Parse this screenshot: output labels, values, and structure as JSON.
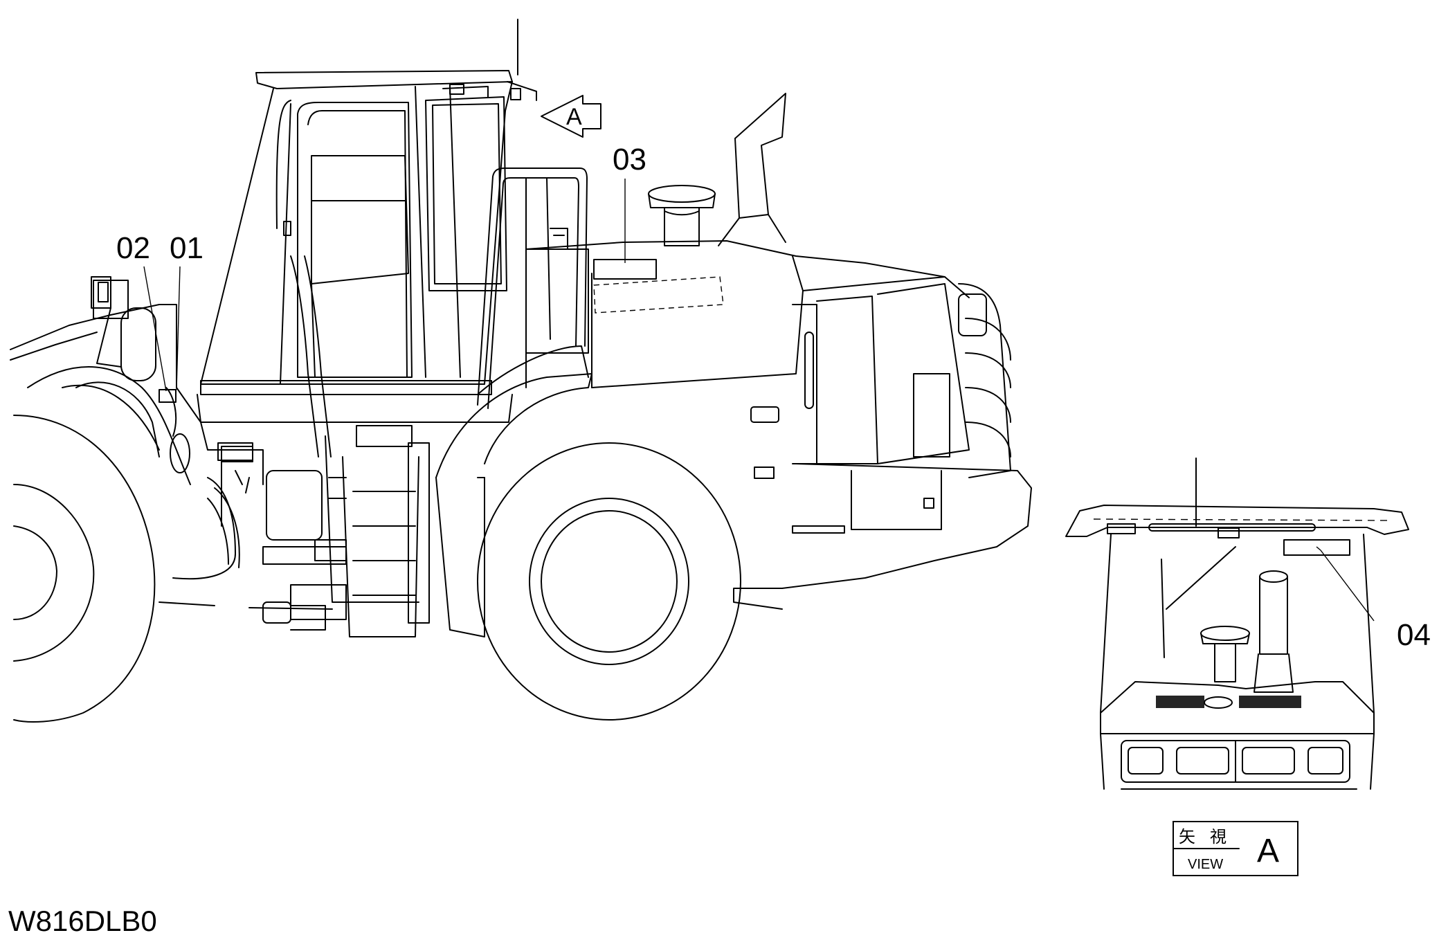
{
  "drawing_code": "W816DLB0",
  "callouts": {
    "c01": "01",
    "c02": "02",
    "c03": "03",
    "c04": "04"
  },
  "view_arrow": {
    "letter": "A"
  },
  "view_box": {
    "jp_left": "矢",
    "jp_right": "視",
    "view_label": "VIEW",
    "letter": "A"
  }
}
